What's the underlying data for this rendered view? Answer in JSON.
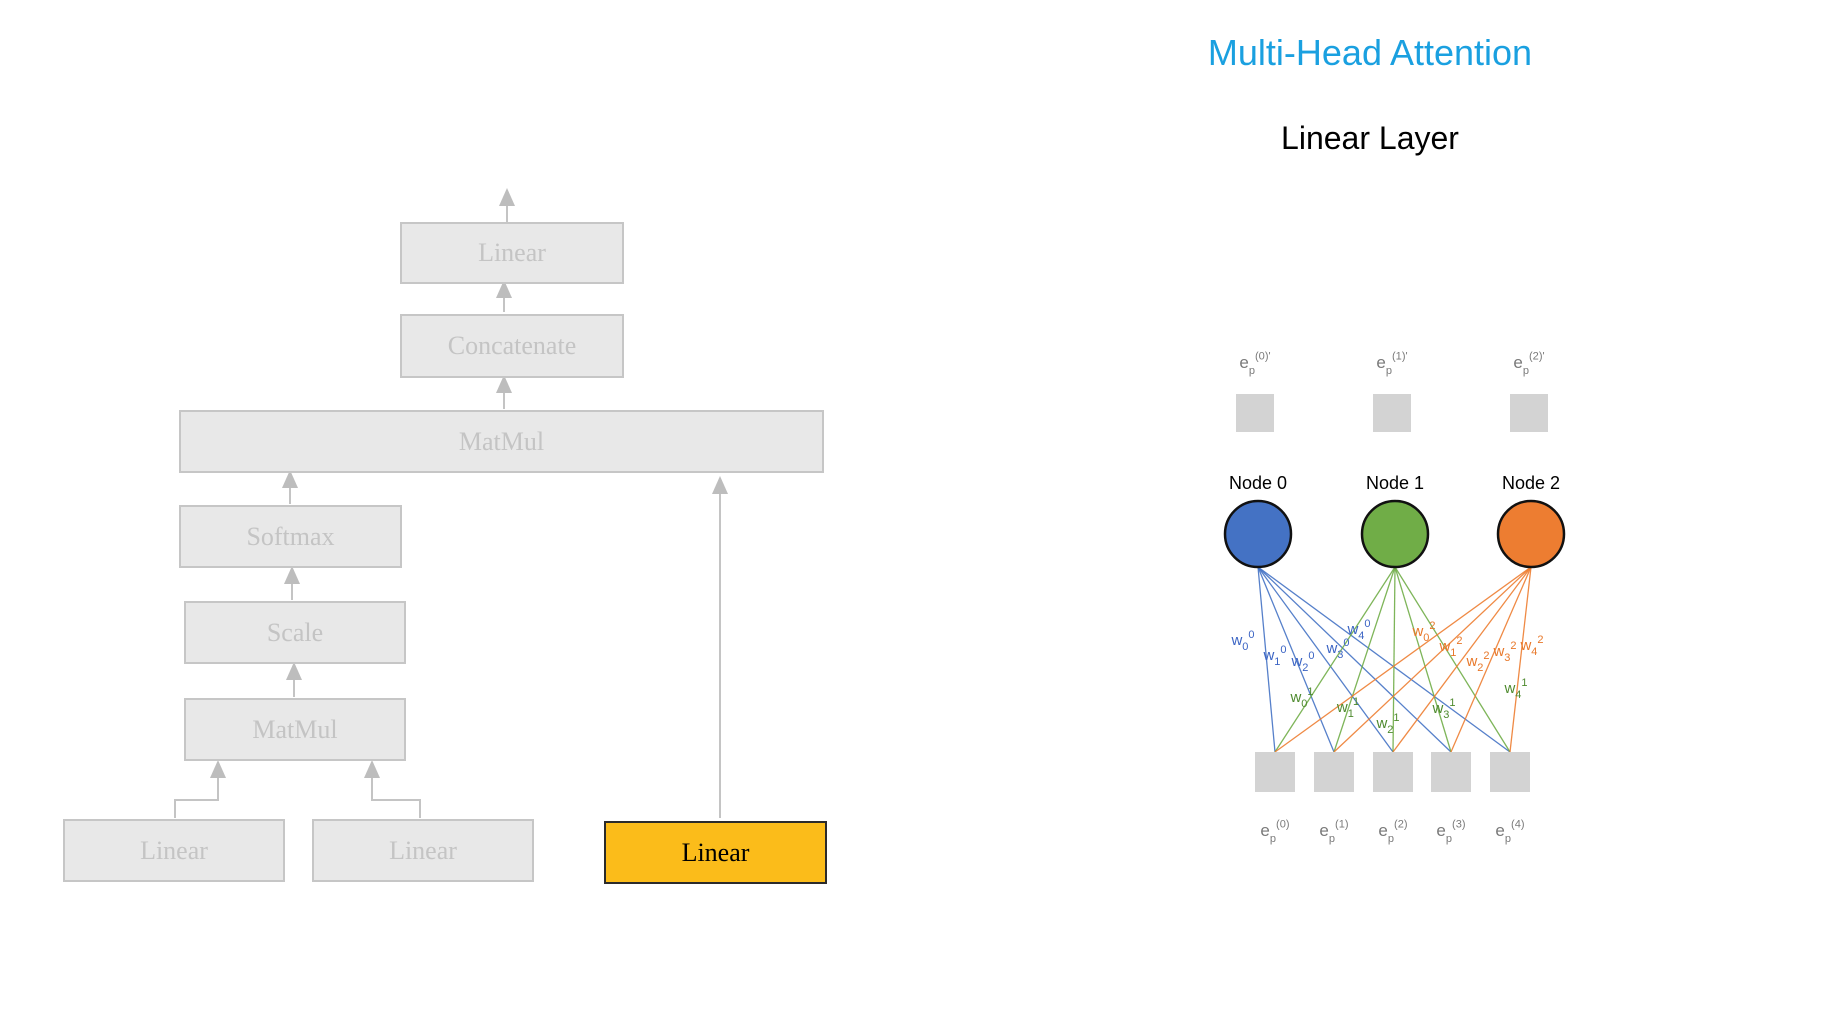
{
  "header": {
    "title": "Multi-Head Attention",
    "subtitle": "Linear Layer"
  },
  "colors": {
    "title": "#1aa0e0",
    "active_block": "#fbbc1a",
    "node0": "#4472c4",
    "node1": "#70ad47",
    "node2": "#ed7d31"
  },
  "attention_blocks": {
    "linear_top": "Linear",
    "concatenate": "Concatenate",
    "matmul_top": "MatMul",
    "softmax": "Softmax",
    "scale": "Scale",
    "matmul_bottom": "MatMul",
    "linear_q": "Linear",
    "linear_k": "Linear",
    "linear_v": "Linear"
  },
  "network": {
    "nodes": [
      "Node 0",
      "Node 1",
      "Node 2"
    ],
    "outputs": [
      {
        "base": "e",
        "sub": "p",
        "sup": "(0)'"
      },
      {
        "base": "e",
        "sub": "p",
        "sup": "(1)'"
      },
      {
        "base": "e",
        "sub": "p",
        "sup": "(2)'"
      }
    ],
    "inputs": [
      {
        "base": "e",
        "sub": "p",
        "sup": "(0)"
      },
      {
        "base": "e",
        "sub": "p",
        "sup": "(1)"
      },
      {
        "base": "e",
        "sub": "p",
        "sup": "(2)"
      },
      {
        "base": "e",
        "sub": "p",
        "sup": "(3)"
      },
      {
        "base": "e",
        "sub": "p",
        "sup": "(4)"
      }
    ],
    "weights": [
      {
        "sub": "0",
        "sup": "0",
        "node": 0
      },
      {
        "sub": "1",
        "sup": "0",
        "node": 0
      },
      {
        "sub": "2",
        "sup": "0",
        "node": 0
      },
      {
        "sub": "3",
        "sup": "0",
        "node": 0
      },
      {
        "sub": "4",
        "sup": "0",
        "node": 0
      },
      {
        "sub": "0",
        "sup": "1",
        "node": 1
      },
      {
        "sub": "1",
        "sup": "1",
        "node": 1
      },
      {
        "sub": "2",
        "sup": "1",
        "node": 1
      },
      {
        "sub": "3",
        "sup": "1",
        "node": 1
      },
      {
        "sub": "4",
        "sup": "1",
        "node": 1
      },
      {
        "sub": "0",
        "sup": "2",
        "node": 2
      },
      {
        "sub": "1",
        "sup": "2",
        "node": 2
      },
      {
        "sub": "2",
        "sup": "2",
        "node": 2
      },
      {
        "sub": "3",
        "sup": "2",
        "node": 2
      },
      {
        "sub": "4",
        "sup": "2",
        "node": 2
      }
    ]
  }
}
